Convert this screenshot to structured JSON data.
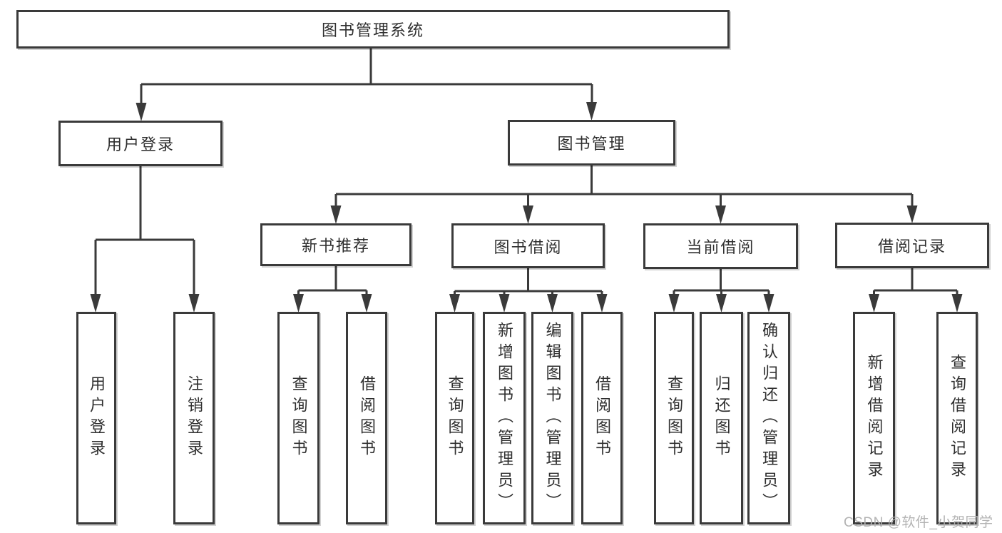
{
  "diagram": {
    "root": {
      "label": "图书管理系统"
    },
    "level2": {
      "login": {
        "label": "用户登录"
      },
      "mgmt": {
        "label": "图书管理"
      }
    },
    "level3": {
      "newbook": {
        "label": "新书推荐"
      },
      "borrow": {
        "label": "图书借阅"
      },
      "current": {
        "label": "当前借阅"
      },
      "records": {
        "label": "借阅记录"
      }
    },
    "leaves": {
      "login_user": {
        "label": "用户登录"
      },
      "login_logout": {
        "label": "注销登录"
      },
      "newbook_query": {
        "label": "查询图书"
      },
      "newbook_borrow": {
        "label": "借阅图书"
      },
      "borrow_query": {
        "label": "查询图书"
      },
      "borrow_add": {
        "label": "新增图书（管理员）"
      },
      "borrow_edit": {
        "label": "编辑图书（管理员）"
      },
      "borrow_lend": {
        "label": "借阅图书"
      },
      "current_query": {
        "label": "查询图书"
      },
      "current_return": {
        "label": "归还图书"
      },
      "current_confirm": {
        "label": "确认归还（管理员）"
      },
      "records_add": {
        "label": "新增借阅记录"
      },
      "records_query": {
        "label": "查询借阅记录"
      }
    }
  },
  "watermark": {
    "text": "CSDN @软件_小贺同学"
  },
  "colors": {
    "line": "#3a3a3a",
    "text": "#2f2f2f",
    "watermark": "#afafaf",
    "background": "#ffffff"
  }
}
